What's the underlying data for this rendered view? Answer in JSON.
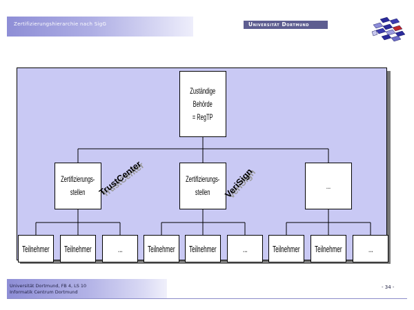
{
  "header": {
    "title": "Zertifizierungshierarchie nach SigG",
    "university": "Universität Dortmund"
  },
  "diagram": {
    "root": "Zuständige\nBehörde\n= RegTP",
    "branches": [
      {
        "label": "Zertifizierungs-\nstellen",
        "brand": "TrustCenter"
      },
      {
        "label": "Zertifizierungs-\nstellen",
        "brand": "VeriSign"
      },
      {
        "label": "..."
      }
    ],
    "leaves": [
      "Teilnehmer",
      "Teilnehmer",
      "...",
      "Teilnehmer",
      "Teilnehmer",
      "...",
      "Teilnehmer",
      "Teilnehmer",
      "..."
    ]
  },
  "footer": {
    "line1": "Universität Dortmund, FB 4, LS 10",
    "line2": "Informatik Centrum Dortmund",
    "page": "- 34 -"
  },
  "colors": {
    "panel": "#c9c9f4",
    "header_gradient": "#8e8ed6",
    "university_bar": "#5d5d90",
    "logo_blue": "#3030a0"
  },
  "icons": {
    "logo": "university-cube-logo-icon"
  }
}
